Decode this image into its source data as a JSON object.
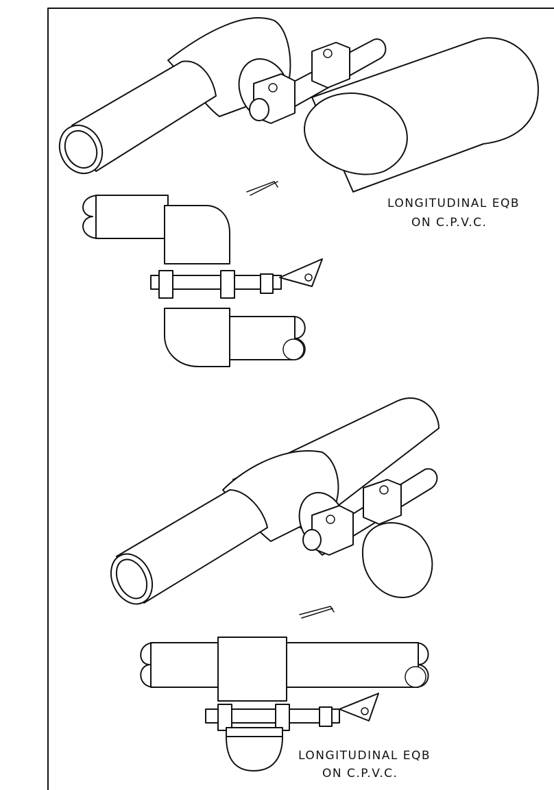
{
  "labels": {
    "top_line1": "LONGITUDINAL EQB",
    "top_line2": "ON C.P.V.C.",
    "bottom_line1": "LONGITUDINAL EQB",
    "bottom_line2": "ON C.P.V.C."
  }
}
